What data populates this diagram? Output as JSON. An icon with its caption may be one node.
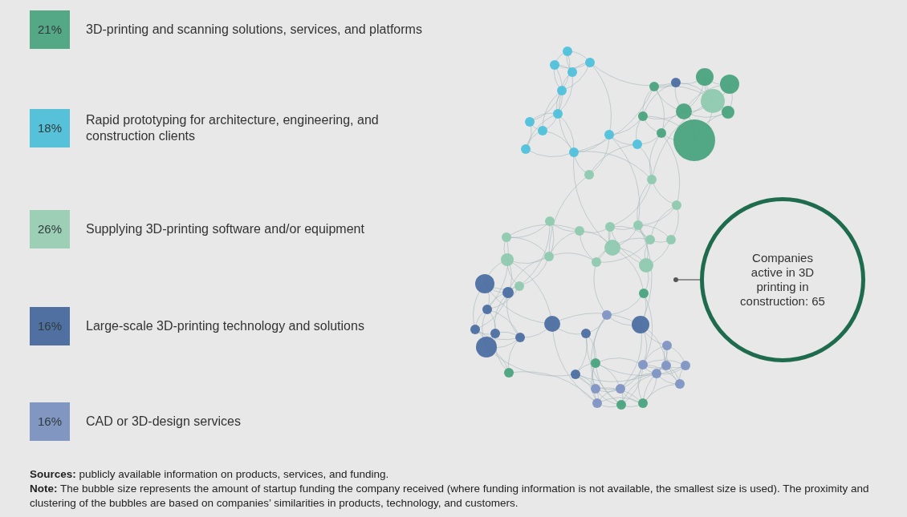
{
  "diagram": {
    "nodes": [
      {
        "text": [
          "Companies active in 3D printing in construction: 65"
        ]
      },
      {
        "text": [],
        "shape": "circle"
      }
    ],
    "edges": [
      {
        "from": 0,
        "to": 1,
        "arrow": "none"
      }
    ],
    "labels": [
      "21%",
      "18%",
      "26%",
      "16%",
      "16%",
      "**Sources:** publicly available information on products, services, and funding.",
      "**Note:** The bubble size represents the amount of startup funding the company received (where funding information is not available, the smallest size is used). The proximity and clustering of the bubbles are based on companies’ similarities in products, technology, and customers."
    ],
    "legend": [
      {
        "text": "3D-printing and scanning solutions, services, and platforms",
        "color": "#55a886"
      },
      {
        "text": "Rapid prototyping for architecture, engineering, and construction clients",
        "color": "#57c1da"
      },
      {
        "text": "Supplying 3D-printing software and/or equipment",
        "color": "#9dcfb7"
      },
      {
        "text": "Large-scale 3D-printing technology and solutions",
        "color": "#4f70a1"
      },
      {
        "text": "CAD or 3D-design services",
        "color": "#8197c1"
      }
    ]
  }
}
